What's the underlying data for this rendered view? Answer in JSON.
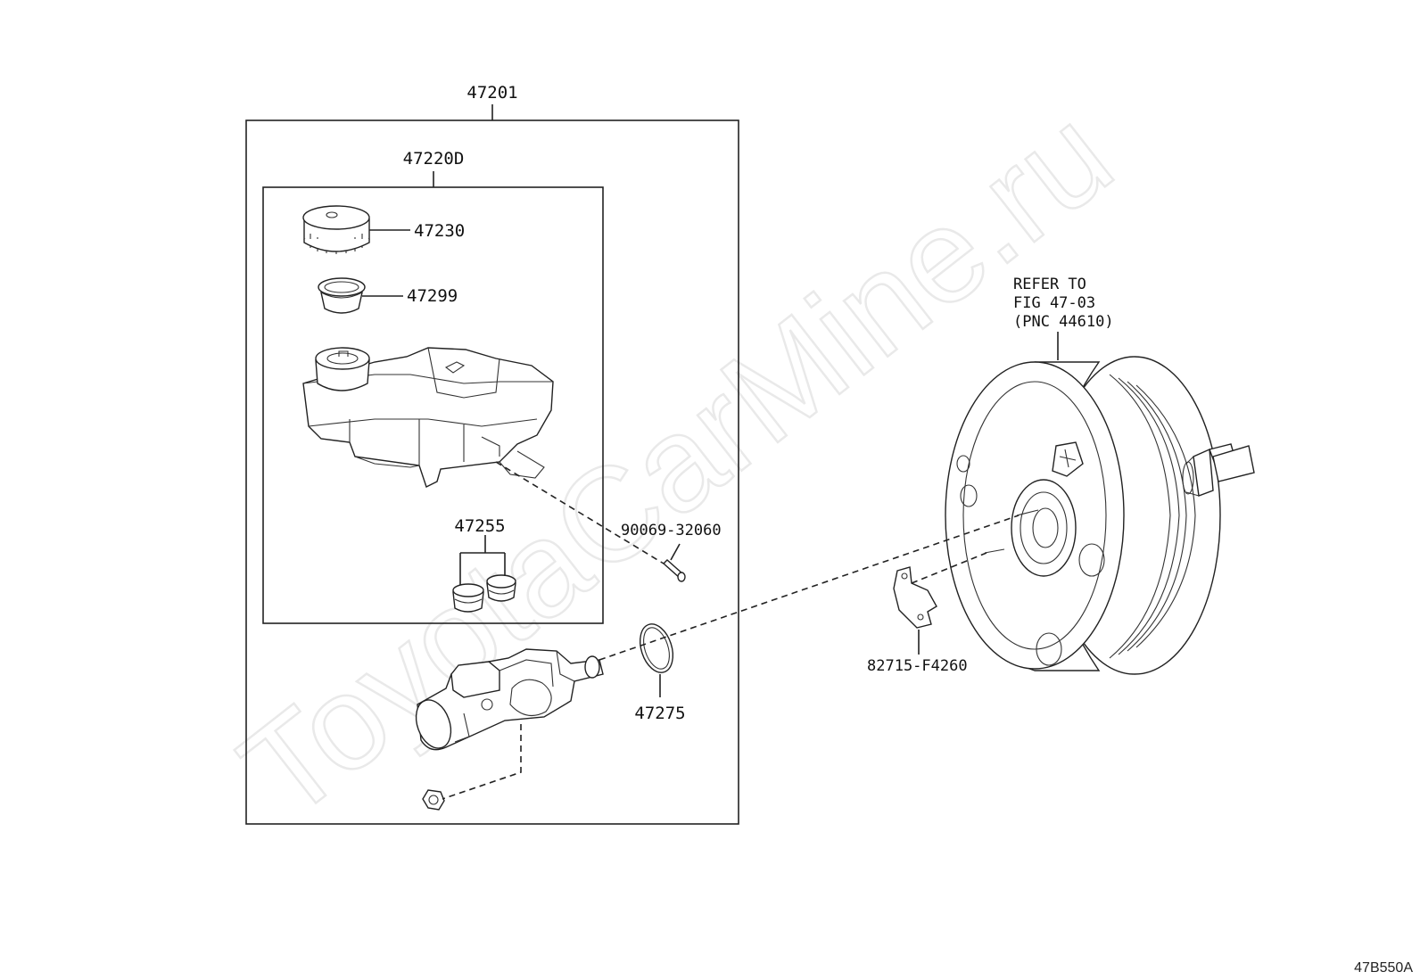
{
  "watermark": "ToyotaCarMine.ru",
  "diagram_code": "47B550A",
  "callouts": {
    "master_cylinder_assy": "47201",
    "reservoir_sub_assy": "47220D",
    "reservoir_cap": "47230",
    "reservoir_strainer": "47299",
    "grommets": "47255",
    "pin": "90069-32060",
    "o_ring": "47275",
    "plate": "82715-F4260"
  },
  "booster_reference": {
    "line1": "REFER TO",
    "line2": "FIG 47-03",
    "line3": "(PNC 44610)"
  }
}
